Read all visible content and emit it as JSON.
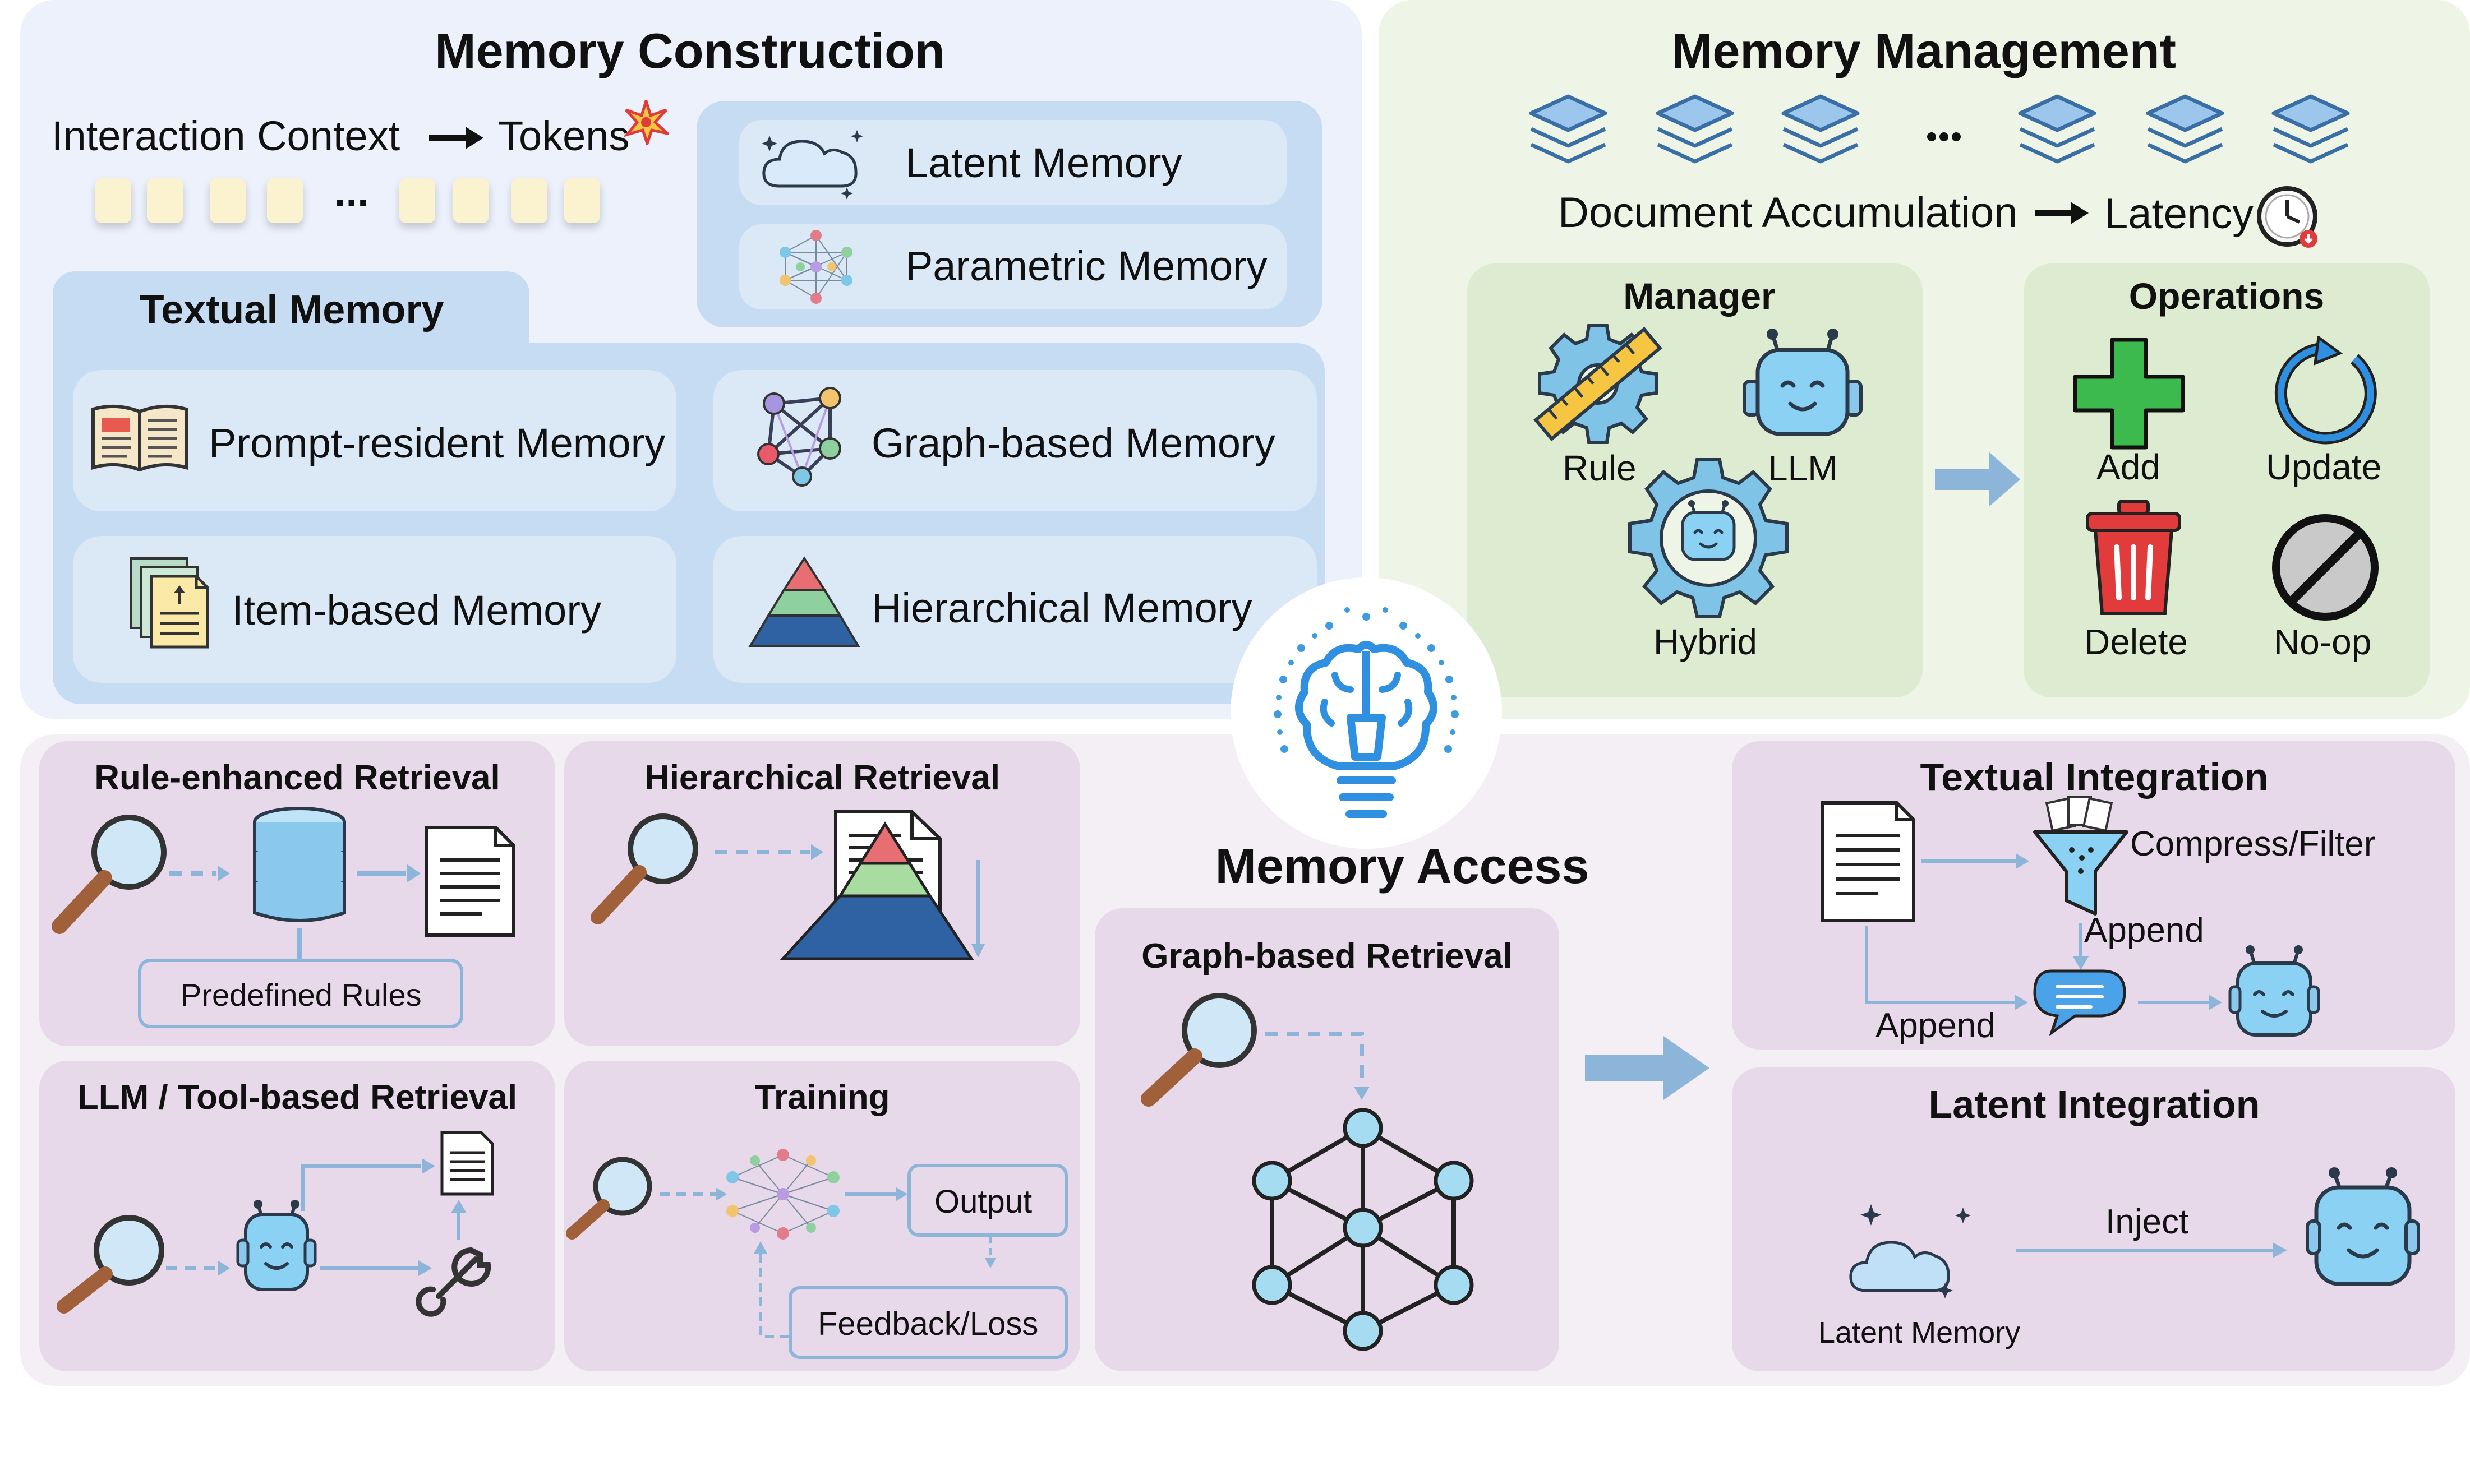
{
  "construction": {
    "title": "Memory Construction",
    "interaction_context": "Interaction Context",
    "tokens": "Tokens",
    "ellipsis": "...",
    "latent_memory": "Latent Memory",
    "parametric_memory": "Parametric Memory",
    "textual_memory": {
      "title": "Textual Memory",
      "items": [
        "Prompt-resident Memory",
        "Graph-based Memory",
        "Item-based Memory",
        "Hierarchical Memory"
      ]
    }
  },
  "management": {
    "title": "Memory Management",
    "ellipsis": "...",
    "document_accumulation": "Document Accumulation",
    "latency": "Latency",
    "manager": {
      "title": "Manager",
      "rule": "Rule",
      "llm": "LLM",
      "hybrid": "Hybrid"
    },
    "operations": {
      "title": "Operations",
      "add": "Add",
      "update": "Update",
      "delete": "Delete",
      "noop": "No-op"
    }
  },
  "access": {
    "title": "Memory Access",
    "rule_enhanced": {
      "title": "Rule-enhanced Retrieval",
      "predefined_rules": "Predefined Rules"
    },
    "hierarchical": {
      "title": "Hierarchical Retrieval"
    },
    "llm_tool": {
      "title": "LLM / Tool-based Retrieval"
    },
    "training": {
      "title": "Training",
      "output": "Output",
      "feedback": "Feedback/Loss"
    },
    "graph_based": {
      "title": "Graph-based Retrieval"
    },
    "textual_integration": {
      "title": "Textual Integration",
      "compress": "Compress/Filter",
      "append1": "Append",
      "append2": "Append"
    },
    "latent_integration": {
      "title": "Latent Integration",
      "inject": "Inject",
      "latent_memory": "Latent Memory"
    }
  },
  "colors": {
    "construction_bg": "#ecf1fb",
    "management_bg": "#eef4e6",
    "access_bg": "#f4eef5",
    "blue_box": "#c5dcf3",
    "green_box": "#ddebd0",
    "purple_box": "#e7d8ea",
    "icon_blue": "#7fb7e8",
    "arrow": "#8db4d9"
  }
}
